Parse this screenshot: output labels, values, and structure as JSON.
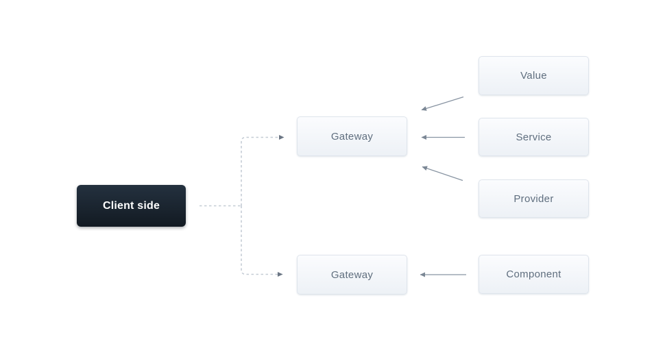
{
  "diagram": {
    "nodes": {
      "client": {
        "label": "Client side",
        "kind": "dark"
      },
      "gateway_top": {
        "label": "Gateway",
        "kind": "light"
      },
      "gateway_bottom": {
        "label": "Gateway",
        "kind": "light"
      },
      "value": {
        "label": "Value",
        "kind": "light"
      },
      "service": {
        "label": "Service",
        "kind": "light"
      },
      "provider": {
        "label": "Provider",
        "kind": "light"
      },
      "component": {
        "label": "Component",
        "kind": "light"
      }
    },
    "edges": [
      {
        "from": "client",
        "to": "gateway_top",
        "style": "dashed"
      },
      {
        "from": "client",
        "to": "gateway_bottom",
        "style": "dashed"
      },
      {
        "from": "value",
        "to": "gateway_top",
        "style": "solid"
      },
      {
        "from": "service",
        "to": "gateway_top",
        "style": "solid"
      },
      {
        "from": "provider",
        "to": "gateway_top",
        "style": "solid"
      },
      {
        "from": "component",
        "to": "gateway_bottom",
        "style": "solid"
      }
    ],
    "colors": {
      "background": "#ffffff",
      "client_box_top": "#24313f",
      "client_box_bottom": "#121a22",
      "client_text": "#ffffff",
      "node_bg_top": "#fbfcfe",
      "node_bg_bottom": "#edf1f6",
      "node_border": "#dfe5ec",
      "node_text": "#5f6e7e",
      "solid_arrow": "#8894a2",
      "solid_arrowhead": "#7b8795",
      "dashed_line": "#c4ccd5",
      "dashed_arrowhead": "#6b7684"
    }
  }
}
